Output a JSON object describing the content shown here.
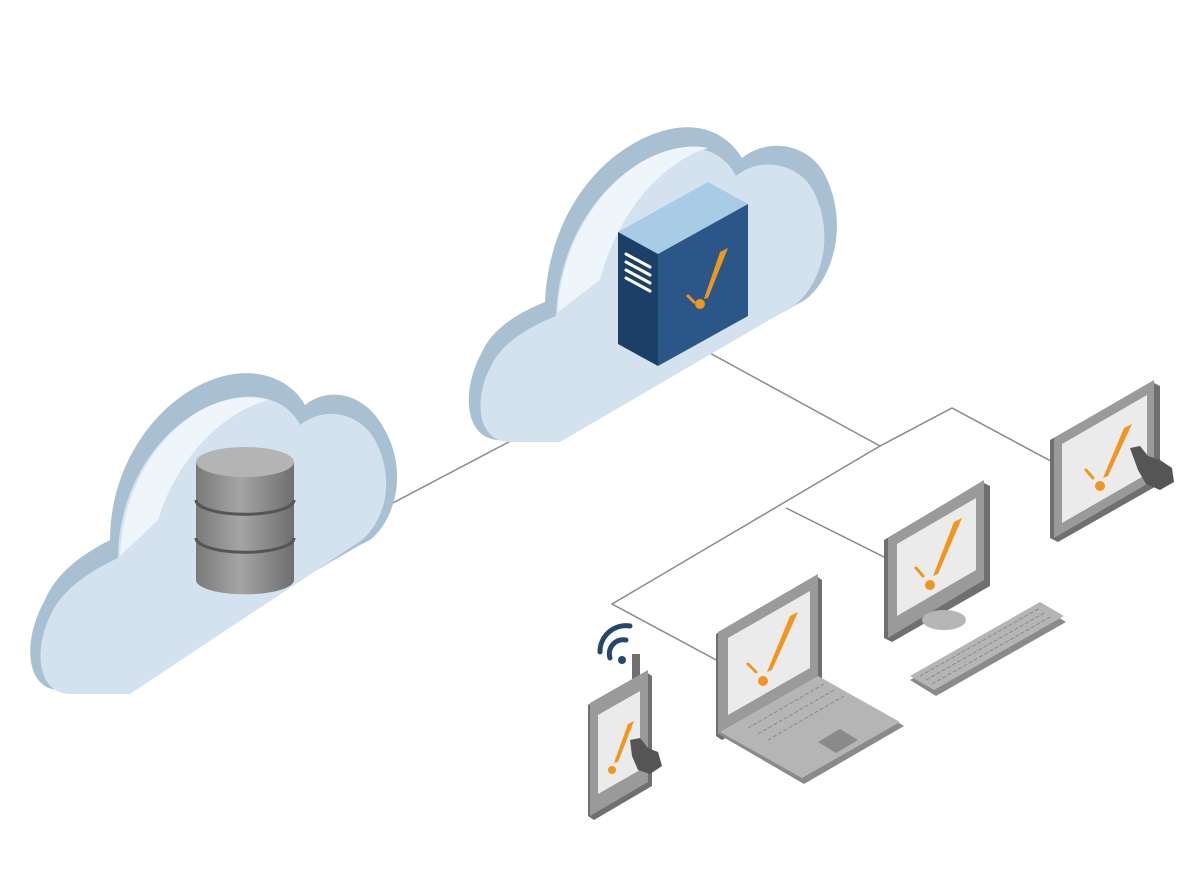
{
  "colors": {
    "background": "#ffffff",
    "cloud_face": "#d3e2ee",
    "cloud_side": "#a9c0d3",
    "cloud_highlight": "#eef5fb",
    "server_front": "#1b3f66",
    "server_side": "#2a5788",
    "server_top": "#a9cce6",
    "accent_orange": "#f0961e",
    "device_frame": "#9a9a9a",
    "device_dark": "#6f6f6f",
    "device_screen": "#ebebeb",
    "database": "#8f8f8f",
    "hand": "#555555",
    "connector": "#8a8a8a",
    "wifi": "#24476d"
  },
  "nodes": [
    {
      "id": "database-cloud",
      "icon": "cloud-icon"
    },
    {
      "id": "database",
      "icon": "database-icon"
    },
    {
      "id": "server-cloud",
      "icon": "cloud-icon"
    },
    {
      "id": "app-server",
      "icon": "server-icon",
      "logo": "exclamation-logo-icon"
    },
    {
      "id": "tablet",
      "icon": "tablet-icon",
      "logo": "exclamation-logo-icon"
    },
    {
      "id": "desktop",
      "icon": "desktop-monitor-icon",
      "logo": "exclamation-logo-icon"
    },
    {
      "id": "laptop",
      "icon": "laptop-icon",
      "logo": "exclamation-logo-icon"
    },
    {
      "id": "mobile-device",
      "icon": "handheld-scanner-icon",
      "logo": "exclamation-logo-icon"
    },
    {
      "id": "wireless",
      "icon": "wifi-icon"
    }
  ],
  "connections": [
    {
      "from": "database",
      "to": "app-server"
    },
    {
      "from": "app-server",
      "to": "client-network"
    },
    {
      "from": "client-network",
      "to": "tablet"
    },
    {
      "from": "client-network",
      "to": "desktop"
    },
    {
      "from": "client-network",
      "to": "laptop"
    },
    {
      "from": "client-network",
      "to": "mobile-device"
    }
  ]
}
